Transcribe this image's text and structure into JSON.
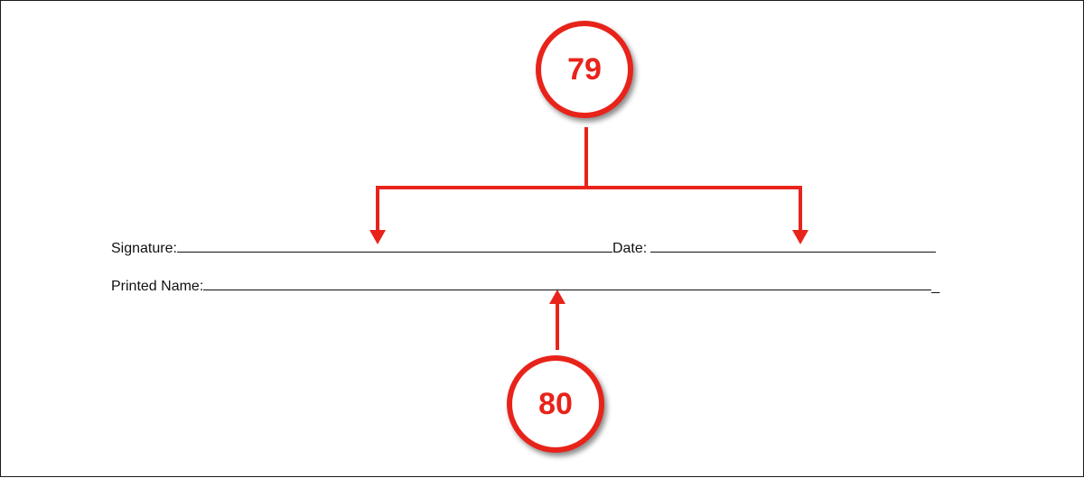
{
  "form": {
    "signature_label": "Signature:",
    "date_label": "Date:",
    "printed_name_label": "Printed Name:",
    "printed_name_trailing": "_"
  },
  "callouts": [
    {
      "number": "79",
      "targets": [
        "Signature",
        "Date"
      ]
    },
    {
      "number": "80",
      "targets": [
        "Printed Name"
      ]
    }
  ],
  "colors": {
    "callout": "#e8231a",
    "text": "#111111",
    "background": "#ffffff"
  }
}
